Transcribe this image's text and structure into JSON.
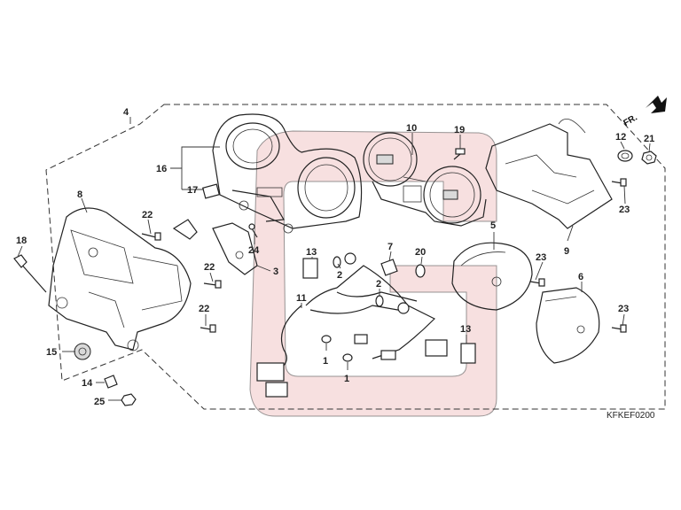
{
  "diagram_code": "KFKEF0200",
  "direction_label": "FR.",
  "callouts": [
    "4",
    "16",
    "17",
    "10",
    "19",
    "12",
    "21",
    "8",
    "22",
    "24",
    "18",
    "3",
    "13",
    "11",
    "7",
    "20",
    "2",
    "2",
    "23",
    "9",
    "5",
    "23",
    "6",
    "22",
    "22",
    "15",
    "1",
    "1",
    "13",
    "23",
    "14",
    "25"
  ],
  "watermark": "logo"
}
